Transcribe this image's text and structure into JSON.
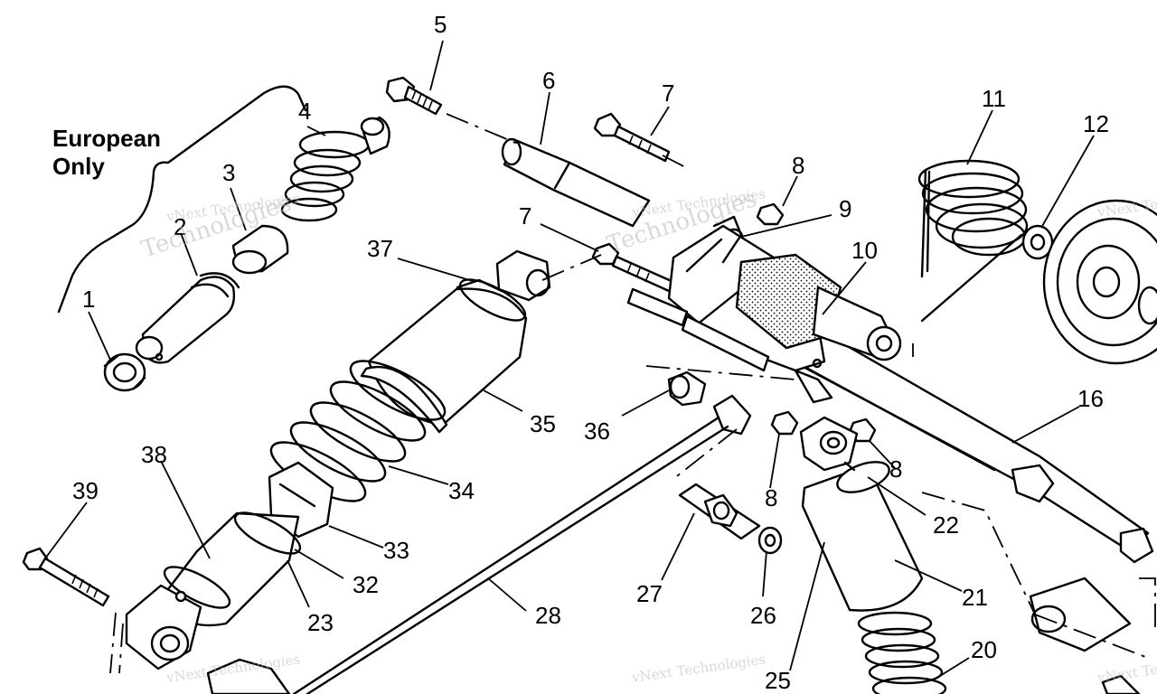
{
  "note": {
    "line1": "European",
    "line2": "Only"
  },
  "callouts": [
    "1",
    "2",
    "3",
    "4",
    "5",
    "6",
    "7",
    "7",
    "8",
    "8",
    "8",
    "9",
    "10",
    "11",
    "12",
    "16",
    "20",
    "21",
    "22",
    "23",
    "25",
    "26",
    "27",
    "28",
    "32",
    "33",
    "34",
    "35",
    "36",
    "37",
    "38",
    "39"
  ],
  "watermark": {
    "line1": "vNext Technologies",
    "line2": "Technologies"
  },
  "colors": {
    "ink": "#000000",
    "paper": "#ffffff",
    "watermark": "#b9b9b9"
  }
}
